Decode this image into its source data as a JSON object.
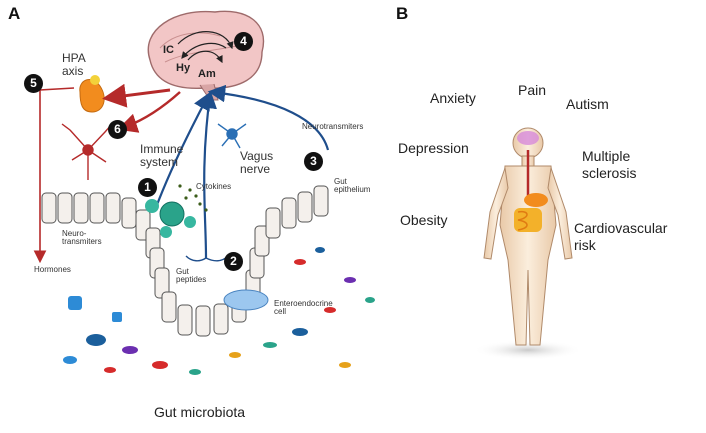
{
  "panels": {
    "a": "A",
    "b": "B"
  },
  "panel_a": {
    "hpa_axis": "HPA\naxis",
    "brain_regions": {
      "ic": "IC",
      "hy": "Hy",
      "am": "Am"
    },
    "immune_system": "Immune\nsystem",
    "vagus_nerve": "Vagus\nnerve",
    "neurotransmitters_top": "Neurotransmiters",
    "cytokines": "Cytokines",
    "gut_epithelium": "Gut\nepithelium",
    "neuro_transmitters_left": "Neuro-\ntransmiters",
    "hormones": "Hormones",
    "gut_peptides": "Gut\npeptides",
    "enteroendocrine_cell": "Enteroendocrine\ncell",
    "gut_microbiota": "Gut microbiota",
    "step_numbers": [
      "1",
      "2",
      "3",
      "4",
      "5",
      "6"
    ]
  },
  "panel_b": {
    "conditions": {
      "anxiety": "Anxiety",
      "pain": "Pain",
      "autism": "Autism",
      "depression": "Depression",
      "multiple_sclerosis": "Multiple\nsclerosis",
      "obesity": "Obesity",
      "cardiovascular_risk": "Cardiovascular\nrisk"
    }
  },
  "colors": {
    "red_pathway": "#b52a2a",
    "blue_pathway": "#1f4e8c",
    "brain_pink": "#f2c6c6",
    "adrenal_orange": "#f28c1e",
    "body_skin": "#f6e2c9",
    "villus": "#f4f0ec"
  }
}
